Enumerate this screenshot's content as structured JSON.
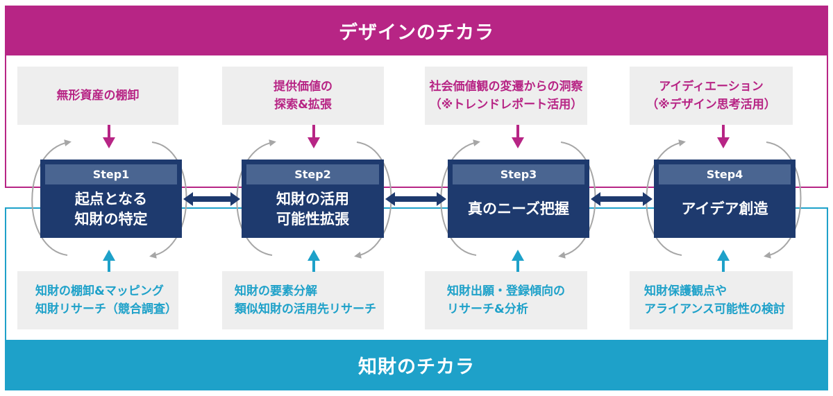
{
  "header": {
    "title": "デザインのチカラ"
  },
  "footer": {
    "title": "知財のチカラ"
  },
  "colors": {
    "design": "#b72585",
    "ip": "#1ea1c9",
    "step": "#1e3a6e",
    "step_header": "#4a6591",
    "box": "#eeeeee",
    "cycle_arrow": "#a6a6a6"
  },
  "design_inputs": [
    {
      "lines": [
        "無形資産の棚卸"
      ]
    },
    {
      "lines": [
        "提供価値の",
        "探索&拡張"
      ]
    },
    {
      "lines": [
        "社会価値観の変遷からの洞察",
        "（※トレンドレポート活用）"
      ]
    },
    {
      "lines": [
        "アイディエーション",
        "（※デザイン思考活用）"
      ]
    }
  ],
  "steps": [
    {
      "label": "Step1",
      "lines": [
        "起点となる",
        "知財の特定"
      ]
    },
    {
      "label": "Step2",
      "lines": [
        "知財の活用",
        "可能性拡張"
      ]
    },
    {
      "label": "Step3",
      "lines": [
        "真のニーズ把握"
      ]
    },
    {
      "label": "Step4",
      "lines": [
        "アイデア創造"
      ]
    }
  ],
  "ip_inputs": [
    {
      "lines": [
        "知財の棚卸&マッピング",
        "知財リサーチ（競合調査）"
      ]
    },
    {
      "lines": [
        "知財の要素分解",
        "類似知財の活用先リサーチ"
      ]
    },
    {
      "lines": [
        "知財出願・登録傾向の",
        "リサーチ&分析"
      ]
    },
    {
      "lines": [
        "知財保護観点や",
        "アライアンス可能性の検討"
      ]
    }
  ],
  "connectors": [
    {
      "from": "Step1",
      "to": "Step2",
      "type": "bidirectional-arrow"
    },
    {
      "from": "Step2",
      "to": "Step3",
      "type": "bidirectional-arrow"
    },
    {
      "from": "Step3",
      "to": "Step4",
      "type": "bidirectional-arrow"
    }
  ]
}
